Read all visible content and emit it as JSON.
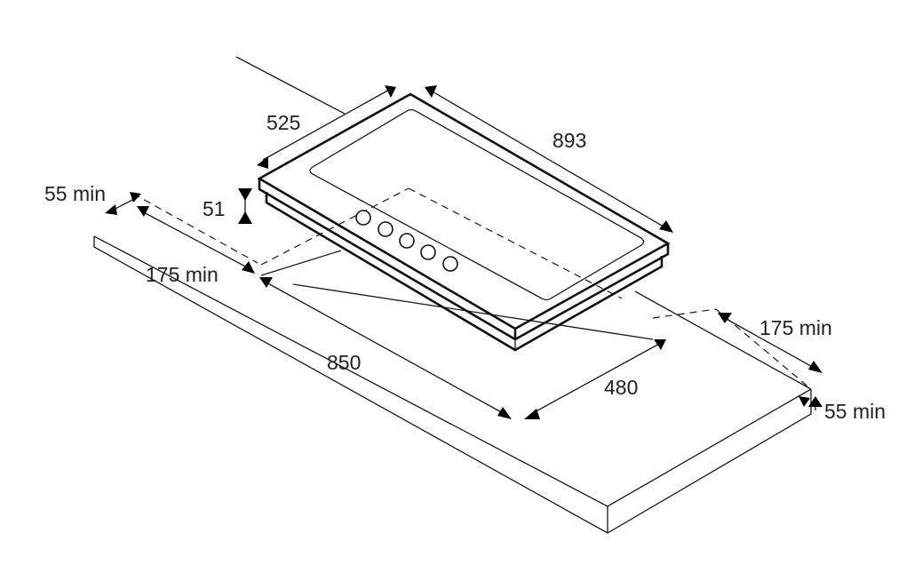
{
  "dimensions": {
    "width_893": "893",
    "depth_525": "525",
    "height_51": "51",
    "left_clearance_55": "55 min",
    "rear_clearance_175": "175 min",
    "cutout_850": "850",
    "cutout_480": "480",
    "right_clearance_175": "175 min",
    "right_clearance_55": "55 min"
  },
  "colors": {
    "line": "#1a1a1a",
    "background": "#ffffff"
  },
  "knob_count": 5
}
